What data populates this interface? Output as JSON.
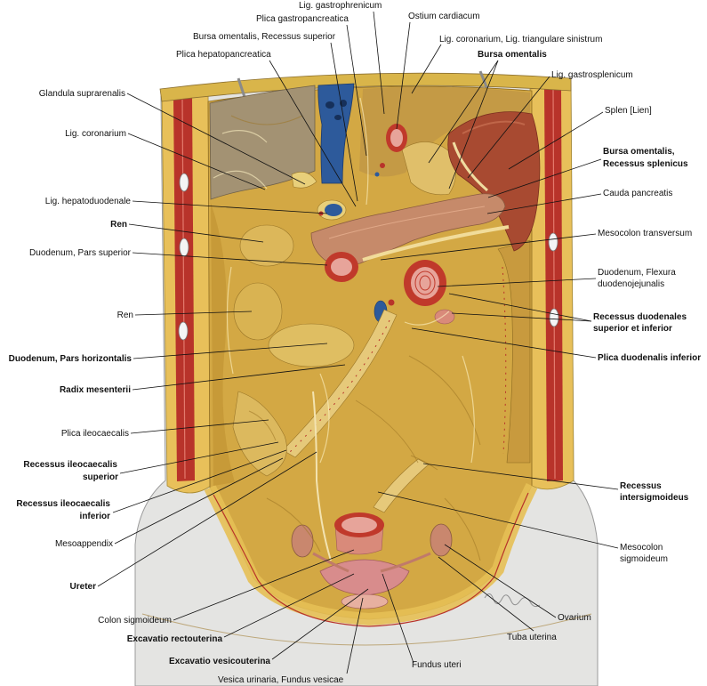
{
  "labels": {
    "lig_gastrophrenicum": "Lig. gastrophrenicum",
    "plica_gastropancreatica": "Plica gastropancreatica",
    "ostium_cardiacum": "Ostium cardiacum",
    "bursa_omentalis_recessus_superior": "Bursa omentalis, Recessus superior",
    "lig_coronarium_triangulare_sinistrum": "Lig. coronarium, Lig. triangulare sinistrum",
    "plica_hepatopancreatica": "Plica hepatopancreatica",
    "bursa_omentalis": "Bursa omentalis",
    "lig_gastrosplenicum": "Lig. gastrosplenicum",
    "glandula_suprarenalis": "Glandula suprarenalis",
    "splen": "Splen [Lien]",
    "lig_coronarium": "Lig. coronarium",
    "bursa_omentalis_recessus_splenicus": [
      "Bursa omentalis,",
      "Recessus splenicus"
    ],
    "cauda_pancreatis": "Cauda pancreatis",
    "lig_hepatoduodenale": "Lig. hepatoduodenale",
    "ren_upper": "Ren",
    "mesocolon_transversum": "Mesocolon transversum",
    "duodenum_pars_superior": "Duodenum, Pars superior",
    "duodenum_flexura": [
      "Duodenum, Flexura",
      "duodenojejunalis"
    ],
    "ren_lower": "Ren",
    "recessus_duodenales": [
      "Recessus duodenales",
      "superior et inferior"
    ],
    "plica_duodenalis_inferior": "Plica duodenalis inferior",
    "duodenum_pars_horizontalis": "Duodenum, Pars horizontalis",
    "radix_mesenterii": "Radix mesenterii",
    "plica_ileocaecalis": "Plica ileocaecalis",
    "recessus_ileocaecalis_superior": [
      "Recessus ileocaecalis",
      "superior"
    ],
    "recessus_intersigmoideus": [
      "Recessus",
      "intersigmoideus"
    ],
    "recessus_ileocaecalis_inferior": [
      "Recessus ileocaecalis",
      "inferior"
    ],
    "mesoappendix": "Mesoappendix",
    "mesocolon_sigmoideum": [
      "Mesocolon",
      "sigmoideum"
    ],
    "ureter": "Ureter",
    "ovarium": "Ovarium",
    "colon_sigmoideum": "Colon sigmoideum",
    "tuba_uterina": "Tuba uterina",
    "excavatio_rectouterina": "Excavatio rectouterina",
    "excavatio_vesicouterina": "Excavatio vesicouterina",
    "fundus_uteri": "Fundus uteri",
    "vesica_urinaria": "Vesica urinaria, Fundus vesicae"
  },
  "colors": {
    "skin": "#e4e4e2",
    "fat": "#e8c05a",
    "muscle": "#b8332a",
    "peritoneum": "#d3a844",
    "vein": "#2d5a9b",
    "spleen": "#a84a31",
    "pancreas": "#c68a6a",
    "bowel_wall": "#c0392b",
    "mucosa": "#e7a49a",
    "uterus": "#d88c8c"
  }
}
